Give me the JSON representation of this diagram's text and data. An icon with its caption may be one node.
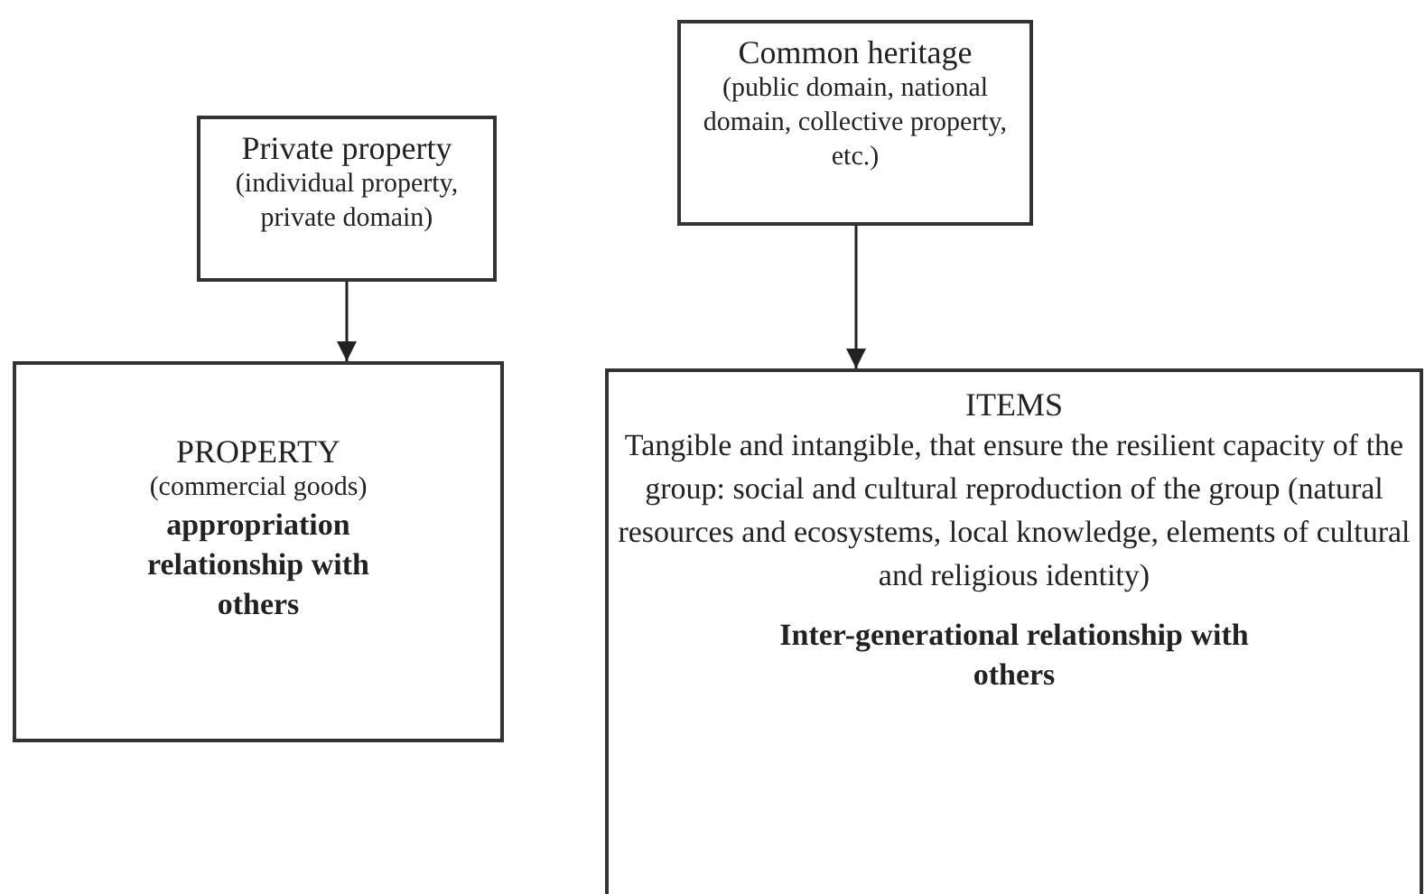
{
  "diagram": {
    "nodes": [
      {
        "text": [
          "Private property",
          "(individual property, private domain)"
        ]
      },
      {
        "text": [
          "Common heritage",
          "(public domain, national domain, collective property, etc.)"
        ]
      },
      {
        "text": [
          "PROPERTY",
          "(commercial goods)",
          "appropriation relationship with others"
        ]
      },
      {
        "text": [
          "ITEMS",
          "Tangible and intangible, that ensure the resilient capacity of the group: social and cultural reproduction of the group (natural resources and ecosystems, local knowledge, elements of cultural and religious identity)",
          "Inter-generational relationship with others"
        ]
      }
    ],
    "edges": [
      {
        "from": 0,
        "to": 2,
        "arrow": "to"
      },
      {
        "from": 1,
        "to": 3,
        "arrow": "to"
      }
    ]
  }
}
